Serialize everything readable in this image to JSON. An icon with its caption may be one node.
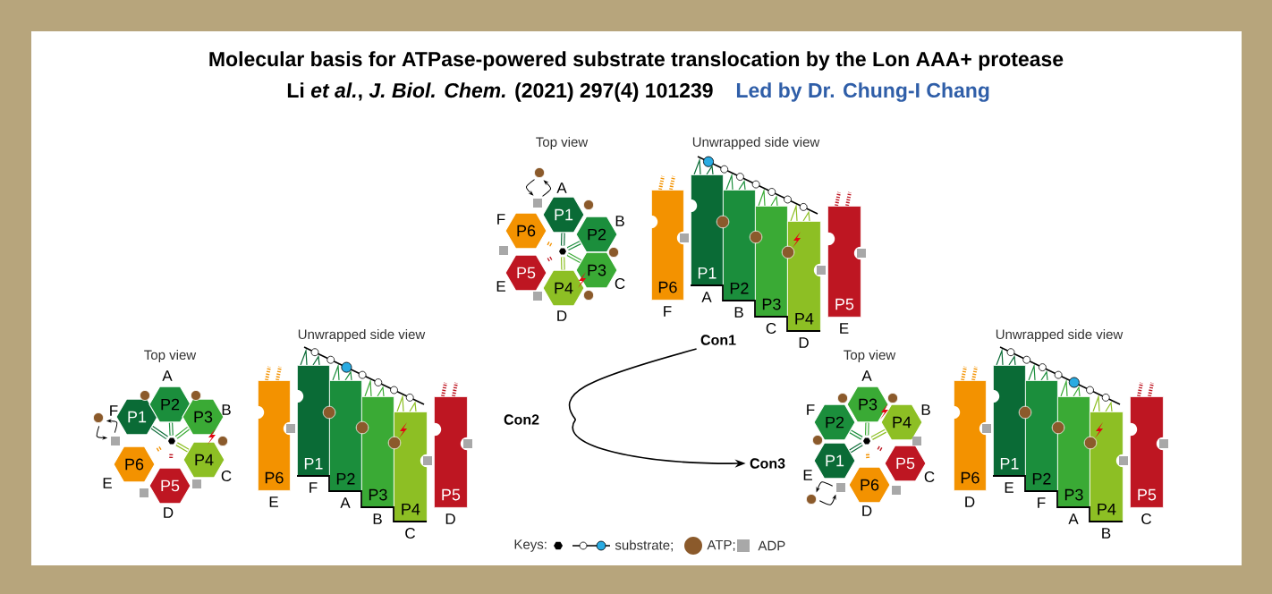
{
  "diagram": {
    "title": "Molecular basis for ATPase-powered substrate translocation by the Lon AAA+ protease",
    "nodes": [
      {
        "text": [
          "P1"
        ],
        "beside": [
          "A"
        ]
      },
      {
        "text": [
          "P2"
        ],
        "beside": [
          "B"
        ]
      },
      {
        "text": [
          "P3"
        ],
        "beside": [
          "C"
        ]
      },
      {
        "text": [
          "P4"
        ],
        "beside": [
          "D"
        ]
      },
      {
        "text": [
          "P5"
        ],
        "beside": [
          "E"
        ]
      },
      {
        "text": [
          "P6"
        ],
        "beside": [
          "F"
        ]
      },
      {
        "text": [
          "P6"
        ],
        "beside": [
          "F"
        ]
      },
      {
        "text": [
          "P1"
        ],
        "beside": [
          "A"
        ]
      },
      {
        "text": [
          "P2"
        ],
        "beside": [
          "B"
        ]
      },
      {
        "text": [
          "P3"
        ],
        "beside": [
          "C"
        ]
      },
      {
        "text": [
          "P4"
        ],
        "beside": [
          "D"
        ]
      },
      {
        "text": [
          "P5"
        ],
        "beside": [
          "E"
        ]
      },
      {
        "text": [
          "Con1"
        ]
      },
      {
        "text": [
          "P1"
        ],
        "beside": [
          "F"
        ]
      },
      {
        "text": [
          "P2"
        ],
        "beside": [
          "A"
        ]
      },
      {
        "text": [
          "P3"
        ],
        "beside": [
          "B"
        ]
      },
      {
        "text": [
          "P4"
        ],
        "beside": [
          "C"
        ]
      },
      {
        "text": [
          "P5"
        ],
        "beside": [
          "D"
        ]
      },
      {
        "text": [
          "P6"
        ],
        "beside": [
          "E"
        ]
      },
      {
        "text": [
          "P6"
        ],
        "beside": [
          "E"
        ]
      },
      {
        "text": [
          "P1"
        ],
        "beside": [
          "F"
        ]
      },
      {
        "text": [
          "P2"
        ],
        "beside": [
          "A"
        ]
      },
      {
        "text": [
          "P3"
        ],
        "beside": [
          "B"
        ]
      },
      {
        "text": [
          "P4"
        ],
        "beside": [
          "C"
        ]
      },
      {
        "text": [
          "P5"
        ],
        "beside": [
          "D"
        ]
      },
      {
        "text": [
          "Con2"
        ]
      },
      {
        "text": [
          "Con3"
        ]
      },
      {
        "text": [
          "P1"
        ],
        "beside": [
          "E"
        ]
      },
      {
        "text": [
          "P2"
        ],
        "beside": [
          "F"
        ]
      },
      {
        "text": [
          "P3"
        ],
        "beside": [
          "A"
        ]
      },
      {
        "text": [
          "P4"
        ],
        "beside": [
          "B"
        ]
      },
      {
        "text": [
          "P5"
        ],
        "beside": [
          "C"
        ]
      },
      {
        "text": [
          "P6"
        ],
        "beside": [
          "D"
        ]
      },
      {
        "text": [
          "P6"
        ],
        "beside": [
          "D"
        ]
      },
      {
        "text": [
          "P1"
        ],
        "beside": [
          "E"
        ]
      },
      {
        "text": [
          "P2"
        ],
        "beside": [
          "F"
        ]
      },
      {
        "text": [
          "P3"
        ],
        "beside": [
          "A"
        ]
      },
      {
        "text": [
          "P4"
        ],
        "beside": [
          "B"
        ]
      },
      {
        "text": [
          "P5"
        ],
        "beside": [
          "C"
        ]
      },
      {
        "text": [],
        "shape": "hexagon"
      },
      {
        "text": [],
        "shape": "hexagon"
      },
      {
        "text": [],
        "shape": "hexagon"
      }
    ],
    "edges": [
      {
        "from": 12,
        "to": 25,
        "arrow": "none",
        "color": "#000000"
      },
      {
        "from": 25,
        "to": 26,
        "arrow": "to",
        "color": "#000000"
      },
      {
        "from": 0,
        "to": 39,
        "arrow": "none",
        "color": "#0a6b36"
      },
      {
        "from": 1,
        "to": 39,
        "arrow": "none",
        "color": "#1b8e3c"
      },
      {
        "from": 2,
        "to": 39,
        "arrow": "none",
        "color": "#3aaa35"
      },
      {
        "from": 3,
        "to": 39,
        "arrow": "none",
        "color": "#8dbf24"
      },
      {
        "from": 13,
        "to": 40,
        "arrow": "none",
        "color": "#0a6b36"
      },
      {
        "from": 14,
        "to": 40,
        "arrow": "none",
        "color": "#1b8e3c"
      },
      {
        "from": 15,
        "to": 40,
        "arrow": "none",
        "color": "#3aaa35"
      },
      {
        "from": 16,
        "to": 40,
        "arrow": "none",
        "color": "#8dbf24"
      },
      {
        "from": 27,
        "to": 41,
        "arrow": "none",
        "color": "#0a6b36"
      },
      {
        "from": 28,
        "to": 41,
        "arrow": "none",
        "color": "#1b8e3c"
      },
      {
        "from": 29,
        "to": 41,
        "arrow": "none",
        "color": "#3aaa35"
      },
      {
        "from": 30,
        "to": 41,
        "arrow": "none",
        "color": "#8dbf24"
      }
    ],
    "labels": [
      "Li *et al.*, *J. Biol. Chem.* (2021) 297(4) 101239",
      "Led by Dr. Chung-I Chang",
      "Top view",
      "Unwrapped side view",
      "Top view",
      "Unwrapped side view",
      "Top view",
      "Unwrapped side view",
      "Keys:"
    ],
    "legend": [
      {
        "text": "substrate;"
      },
      {
        "text": "ATP;",
        "color": "#8b5a2b"
      },
      {
        "text": "ADP",
        "color": "#a8a8a8"
      }
    ]
  }
}
